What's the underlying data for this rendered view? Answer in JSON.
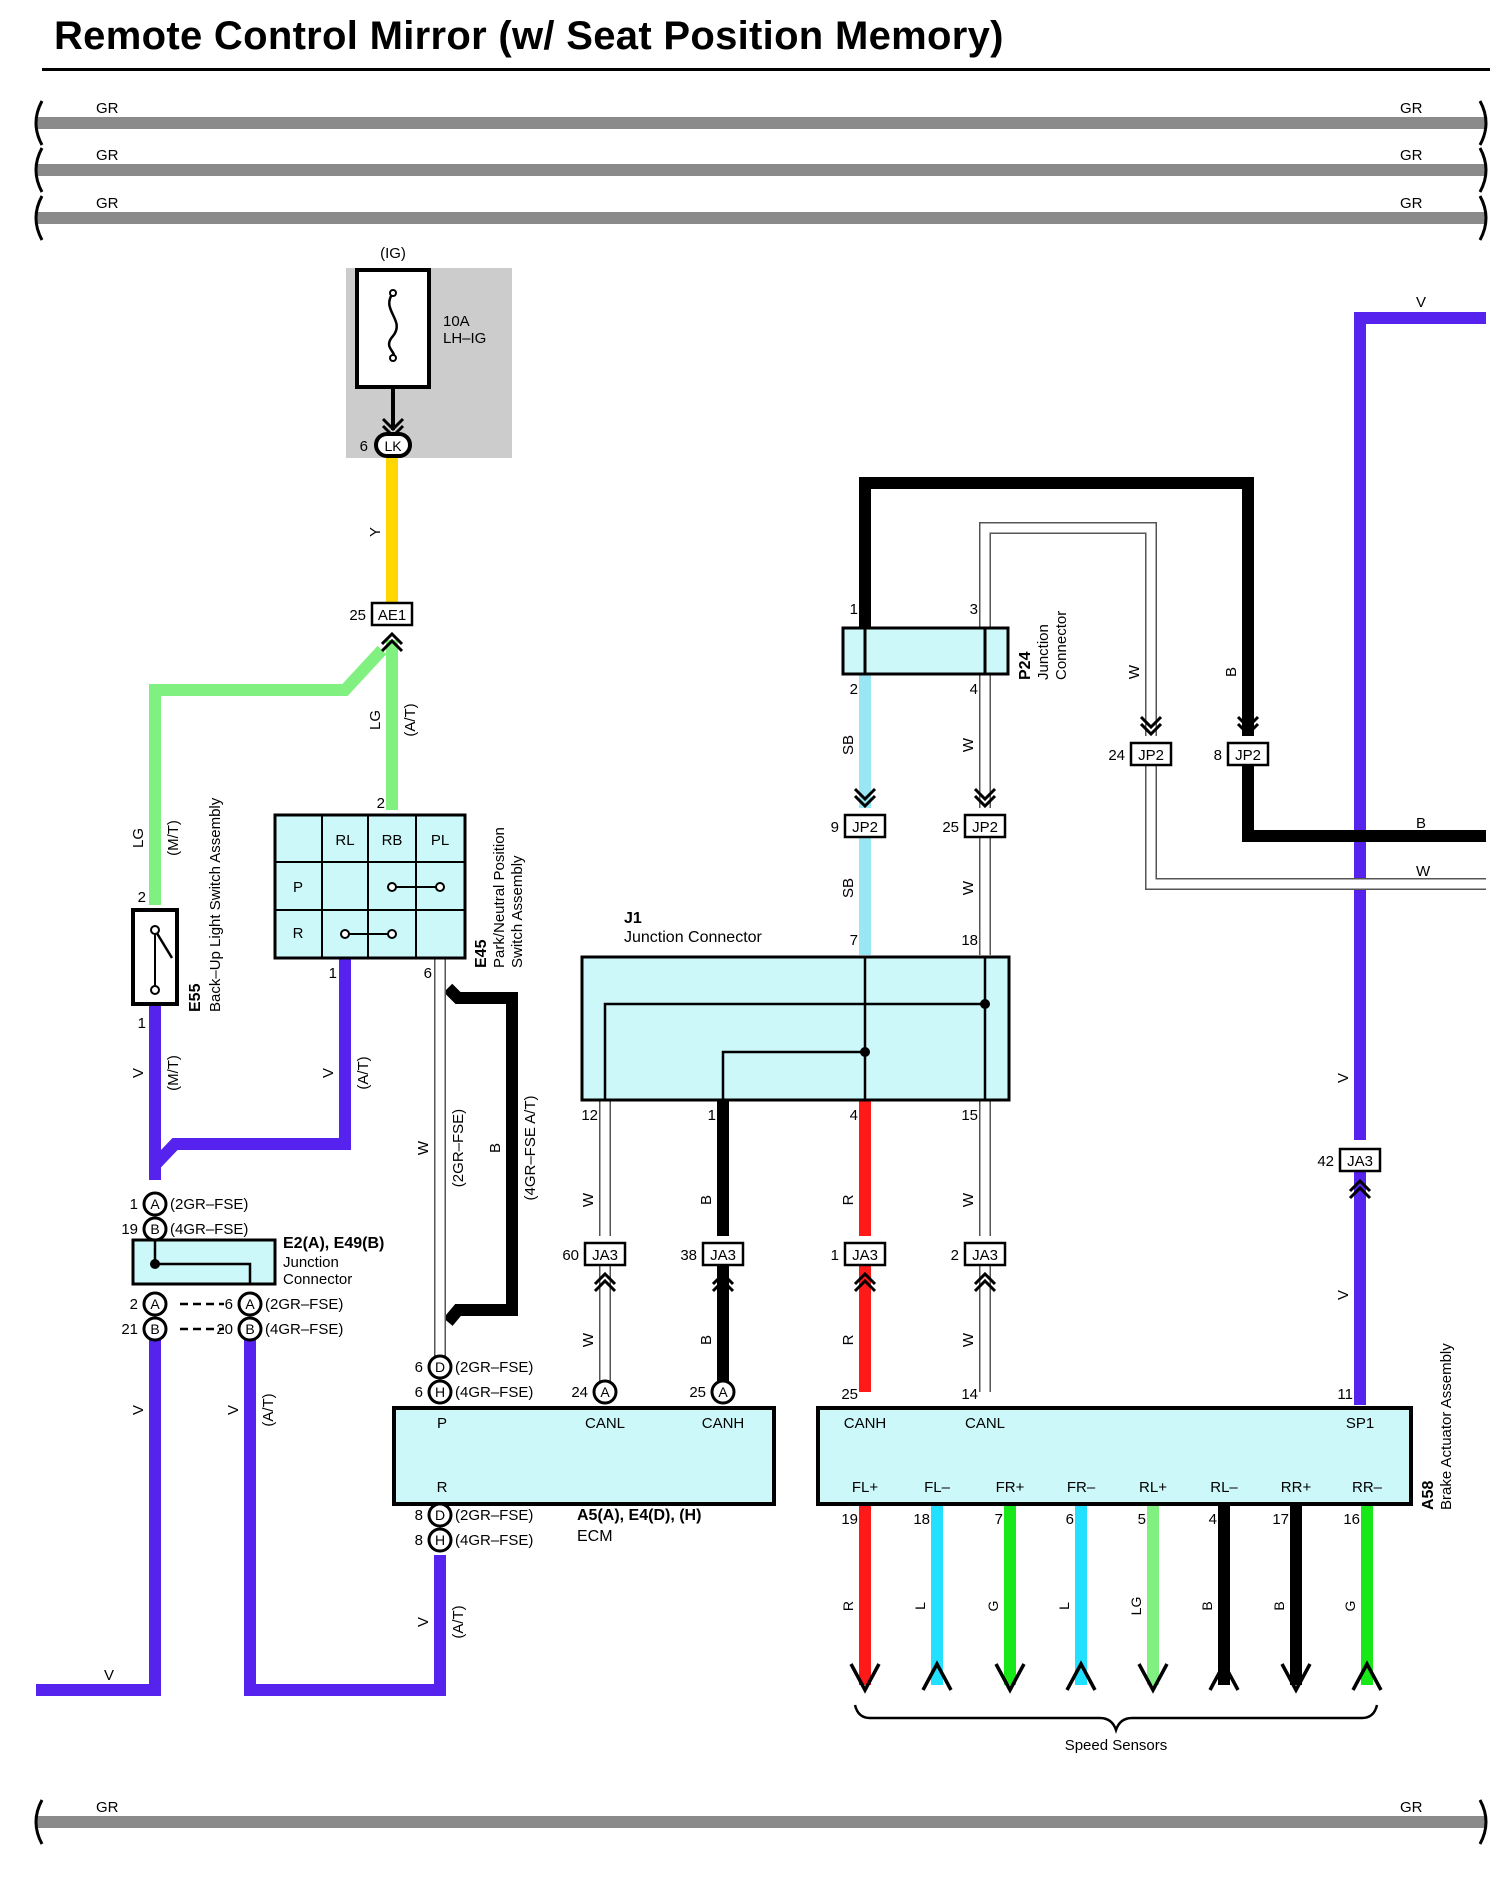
{
  "title": "Remote Control Mirror (w/ Seat Position Memory)",
  "colors": {
    "GR": "#8a8a8a",
    "Y": "#ffd700",
    "LG": "#80f080",
    "V": "#5522ee",
    "B": "#000000",
    "W": "#ffffff",
    "SB": "#99e6f5",
    "R": "#ff1a1a",
    "L": "#22e0ff",
    "G": "#18e818",
    "panel": "#ccf8fa",
    "fusebox": "#cccccc"
  },
  "bus_label": "GR",
  "fuse": {
    "ig": "(IG)",
    "rating": "10A",
    "name": "LH–IG",
    "pin": "6",
    "connector": "LK"
  },
  "connectors": {
    "ae1": {
      "pin": "25",
      "name": "AE1"
    },
    "jp2_9": {
      "pin": "9",
      "name": "JP2"
    },
    "jp2_25": {
      "pin": "25",
      "name": "JP2"
    },
    "jp2_24": {
      "pin": "24",
      "name": "JP2"
    },
    "jp2_8": {
      "pin": "8",
      "name": "JP2"
    },
    "ja3_60": {
      "pin": "60",
      "name": "JA3"
    },
    "ja3_38": {
      "pin": "38",
      "name": "JA3"
    },
    "ja3_1": {
      "pin": "1",
      "name": "JA3"
    },
    "ja3_2": {
      "pin": "2",
      "name": "JA3"
    },
    "ja3_42": {
      "pin": "42",
      "name": "JA3"
    }
  },
  "components": {
    "e55": {
      "id": "E55",
      "name": "Back–Up Light Switch Assembly",
      "pin_top": "2",
      "pin_bottom": "1"
    },
    "e45": {
      "id": "E45",
      "name1": "Park/Neutral Position",
      "name2": "Switch Assembly",
      "cols": [
        "RL",
        "RB",
        "PL"
      ],
      "rows": [
        "P",
        "R"
      ],
      "pin_top": "2",
      "pin_b1": "1",
      "pin_b2": "6"
    },
    "p24": {
      "id": "P24",
      "name1": "Junction",
      "name2": "Connector",
      "pins": [
        "1",
        "3",
        "2",
        "4"
      ]
    },
    "j1": {
      "id": "J1",
      "name": "Junction Connector",
      "pins_top": [
        "7",
        "18"
      ],
      "pins_bottom": [
        "12",
        "1",
        "4",
        "15"
      ]
    },
    "e2": {
      "id": "E2(A), E49(B)",
      "name1": "Junction",
      "name2": "Connector"
    },
    "ecm": {
      "id": "A5(A), E4(D), (H)",
      "name": "ECM",
      "p": "P",
      "r": "R",
      "canl": "CANL",
      "canh": "CANH",
      "pin_canl": "24",
      "pin_canh": "25"
    },
    "a58": {
      "id": "A58",
      "name": "Brake Actuator Assembly",
      "canh": "CANH",
      "canl": "CANL",
      "sp1": "SP1",
      "pin_canh": "25",
      "pin_canl": "14",
      "pin_sp1": "11"
    }
  },
  "e2_pins": [
    {
      "pin": "1",
      "letter": "A",
      "note": "(2GR–FSE)"
    },
    {
      "pin": "19",
      "letter": "B",
      "note": "(4GR–FSE)"
    },
    {
      "pin": "2",
      "letter": "A"
    },
    {
      "pin": "21",
      "letter": "B"
    },
    {
      "pin": "6",
      "letter": "A",
      "note": "(2GR–FSE)"
    },
    {
      "pin": "20",
      "letter": "B",
      "note": "(4GR–FSE)"
    }
  ],
  "ecm_pins": [
    {
      "pin": "6",
      "letter": "D",
      "note": "(2GR–FSE)"
    },
    {
      "pin": "6",
      "letter": "H",
      "note": "(4GR–FSE)"
    },
    {
      "pin": "8",
      "letter": "D",
      "note": "(2GR–FSE)"
    },
    {
      "pin": "8",
      "letter": "H",
      "note": "(4GR–FSE)"
    }
  ],
  "wire_labels": {
    "y": "Y",
    "lg": "LG",
    "v": "V",
    "b": "B",
    "w": "W",
    "sb": "SB",
    "r": "R",
    "mt": "(M/T)",
    "at": "(A/T)",
    "gse2": "(2GR–FSE)",
    "gse4at": "(4GR–FSE A/T)"
  },
  "speed_sensors": {
    "label": "Speed Sensors",
    "items": [
      {
        "name": "FL+",
        "pin": "19",
        "color": "R",
        "dir": "down"
      },
      {
        "name": "FL–",
        "pin": "18",
        "color": "L",
        "dir": "up"
      },
      {
        "name": "FR+",
        "pin": "7",
        "color": "G",
        "dir": "down"
      },
      {
        "name": "FR–",
        "pin": "6",
        "color": "L",
        "dir": "up"
      },
      {
        "name": "RL+",
        "pin": "5",
        "color": "LG",
        "dir": "down"
      },
      {
        "name": "RL–",
        "pin": "4",
        "color": "B",
        "dir": "up"
      },
      {
        "name": "RR+",
        "pin": "17",
        "color": "B",
        "dir": "down"
      },
      {
        "name": "RR–",
        "pin": "16",
        "color": "G",
        "dir": "up"
      }
    ]
  }
}
